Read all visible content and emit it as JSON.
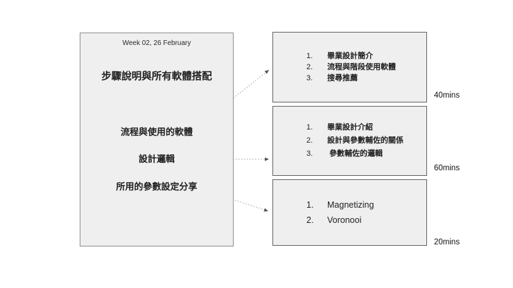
{
  "diagram": {
    "left_panel": {
      "header": "Week 02, 26 February",
      "title": "步驟說明與所有軟體搭配",
      "flow_steps": [
        {
          "label": "流程與使用的軟體"
        },
        {
          "label": "設計邏輯"
        },
        {
          "label": "所用的參數設定分享"
        }
      ]
    },
    "sessions": [
      {
        "items": [
          {
            "num": "1.",
            "text": "畢業設計簡介"
          },
          {
            "num": "2.",
            "text": "流程與階段使用軟體"
          },
          {
            "num": "3.",
            "text": "搜尋推薦"
          }
        ],
        "duration": "40mins"
      },
      {
        "items": [
          {
            "num": "1.",
            "text": "畢業設計介紹"
          },
          {
            "num": "2.",
            "text": "設計與參數輔佐的關係"
          },
          {
            "num": "3.",
            "text": " 參數輔佐的邏輯"
          }
        ],
        "duration": "60mins"
      },
      {
        "items": [
          {
            "num": "1.",
            "text": "Magnetizing"
          },
          {
            "num": "2.",
            "text": "Voronooi"
          }
        ],
        "duration": "20mins"
      }
    ],
    "colors": {
      "background": "#ffffff",
      "box_fill": "#efefef",
      "left_box_border": "#8e8e8e",
      "session_box_border": "#626262",
      "connector": "#9c9c9c",
      "arrowhead": "#555555",
      "text": "#1f1f1f"
    }
  }
}
